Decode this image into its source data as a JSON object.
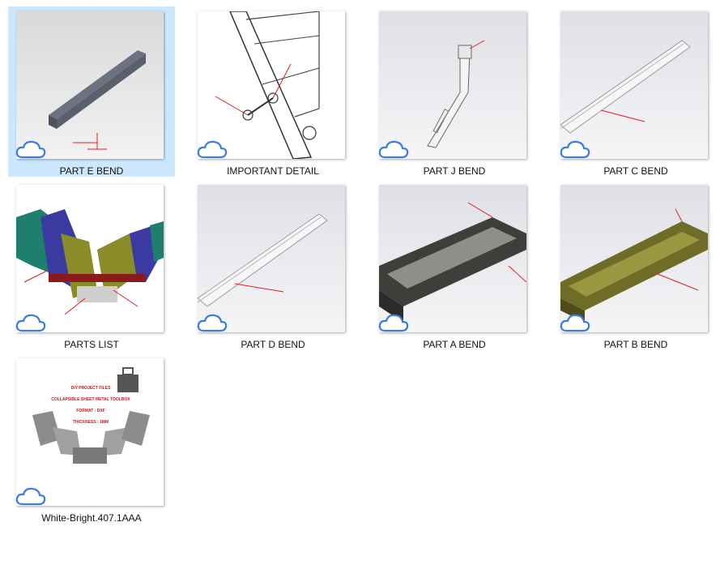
{
  "files": [
    {
      "name": "PART E BEND",
      "selected": true
    },
    {
      "name": "IMPORTANT DETAIL",
      "selected": false
    },
    {
      "name": "PART J BEND",
      "selected": false
    },
    {
      "name": "PART C BEND",
      "selected": false
    },
    {
      "name": "PARTS LIST",
      "selected": false
    },
    {
      "name": "PART D BEND",
      "selected": false
    },
    {
      "name": "PART A BEND",
      "selected": false
    },
    {
      "name": "PART B BEND",
      "selected": false
    },
    {
      "name": "White-Bright.407.1AAA",
      "selected": false
    }
  ],
  "poster_text": {
    "line1": "DIY PROJECT FILES",
    "line2": "COLLAPSIBLE SHEET METAL TOOLBOX",
    "line3": "FORMAT : DXF",
    "line4": "THICKNESS : 1MM"
  },
  "status_icon": "cloud-icon",
  "colors": {
    "selection": "#cce8ff",
    "cloud": "#3b7ddd",
    "dim_red": "#e02020"
  }
}
